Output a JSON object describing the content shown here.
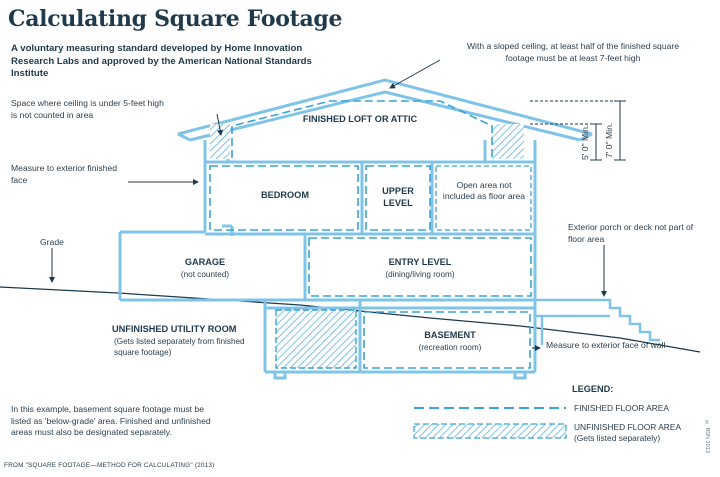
{
  "title": "Calculating Square Footage",
  "subtitle": "A voluntary measuring standard developed by Home Innovation Research Labs and approved by the American National Standards Institute",
  "annotations": {
    "sloped_ceiling": "With a sloped ceiling, at least half of the finished square footage must be at least 7-feet high",
    "under_5ft": "Space where ceiling is under 5-feet high is not counted in area",
    "exterior_face": "Measure to exterior finished face",
    "grade": "Grade",
    "porch": "Exterior porch or deck not part of floor area",
    "wall_face": "Measure to exterior face of wall",
    "below_grade_note": "In this example, basement square footage must be listed as 'below-grade' area. Finished and unfinished areas must also be designated separately."
  },
  "dimensions": {
    "min5": "5' 0\" Min.",
    "min7": "7' 0\" Min."
  },
  "rooms": {
    "loft": "FINISHED LOFT OR ATTIC",
    "bedroom": "BEDROOM",
    "upper": "UPPER LEVEL",
    "open_area": "Open area not included as floor area",
    "garage": "GARAGE",
    "garage_sub": "(not counted)",
    "entry": "ENTRY LEVEL",
    "entry_sub": "(dining/living room)",
    "utility": "UNFINISHED UTILITY ROOM",
    "utility_sub": "(Gets listed separately from finished square footage)",
    "basement": "BASEMENT",
    "basement_sub": "(recreation room)"
  },
  "legend": {
    "heading": "LEGEND:",
    "finished": "FINISHED FLOOR AREA",
    "unfinished": "UNFINISHED FLOOR AREA",
    "unfinished_sub": "(Gets listed separately)"
  },
  "source": "FROM \"SQUARE FOOTAGE—METHOD FOR CALCULATING\" (2013)",
  "credit": "© BDN 2013",
  "colors": {
    "structure": "#7fc4e8",
    "finished": "#3aa3d8",
    "dark": "#1f3a4d"
  }
}
